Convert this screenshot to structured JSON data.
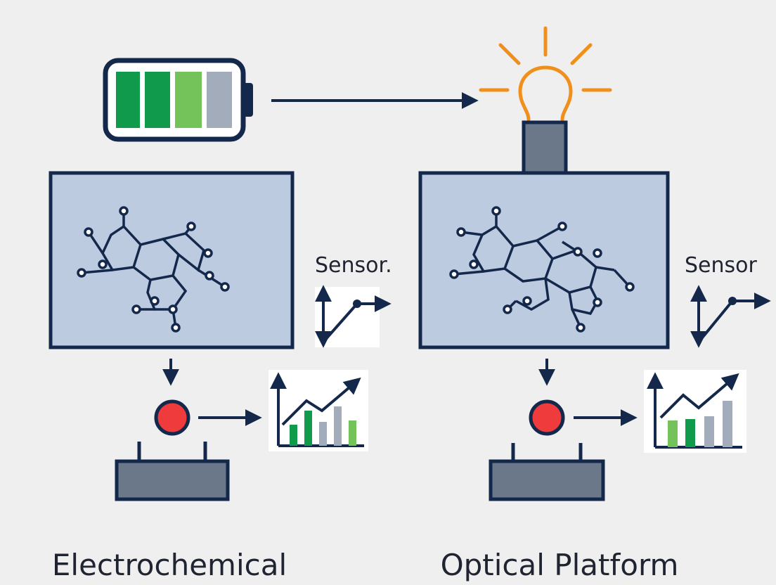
{
  "diagram": {
    "left_platform": {
      "title": "Electrochemical",
      "sensor_label": "Sensor.",
      "energy_source": "battery-icon",
      "sample_chamber": "molecule-icon",
      "detector": "red-dot-indicator",
      "readout": "chart-icon",
      "base": "instrument-base"
    },
    "right_platform": {
      "title": "Optical Platform",
      "sensor_label": "Sensor",
      "energy_source": "light-bulb-icon",
      "sample_chamber": "molecule-icon",
      "detector": "red-dot-indicator",
      "readout": "chart-icon",
      "base": "instrument-base"
    },
    "colors": {
      "navy": "#13284a",
      "panel": "#bccbe0",
      "green_dark": "#0f9a4c",
      "green_light": "#74c25a",
      "gray_bar": "#a2acba",
      "orange": "#f0901c",
      "red": "#ef3b3b",
      "base_fill": "#6b7889"
    }
  }
}
